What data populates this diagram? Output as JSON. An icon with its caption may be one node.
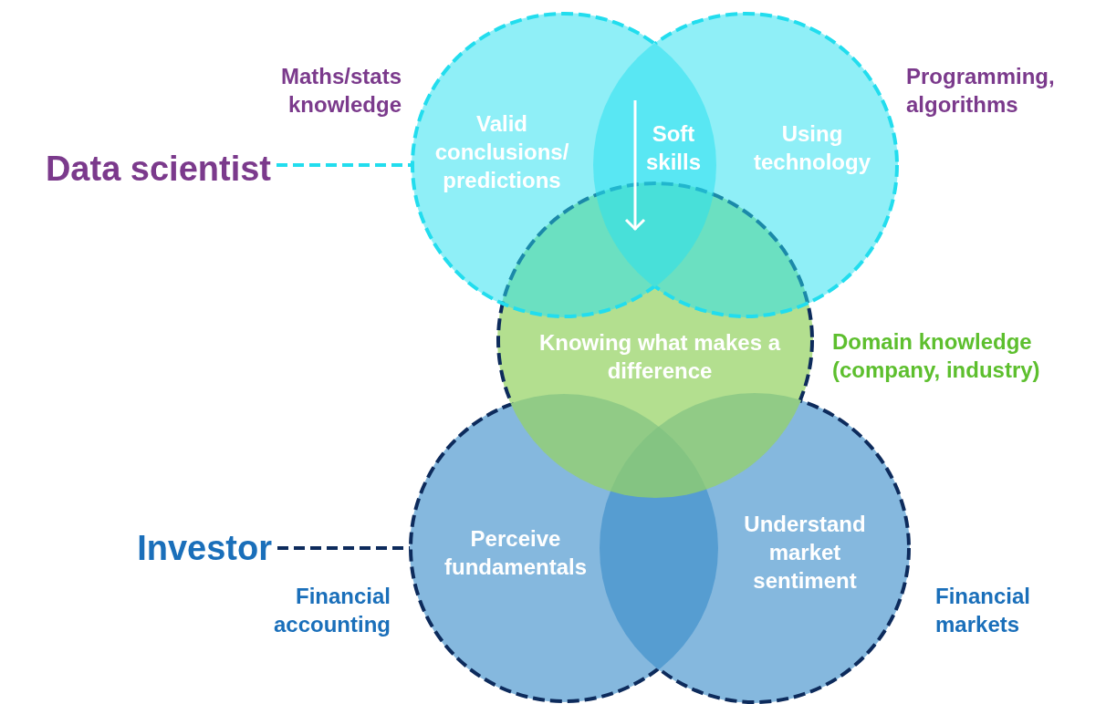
{
  "diagram": {
    "nodes": [
      {
        "text": [
          "Valid conclusions/ predictions"
        ],
        "beside": [
          "Maths/stats knowledge"
        ]
      },
      {
        "text": [
          "Using technology"
        ],
        "beside": [
          "Programming, algorithms"
        ]
      },
      {
        "text": [
          "Data scientist"
        ]
      },
      {
        "text": [
          "Knowing what makes a difference"
        ],
        "beside": [
          "Domain knowledge (company, industry)"
        ]
      },
      {
        "text": [
          "Perceive fundamentals"
        ],
        "beside": [
          "Financial accounting"
        ]
      },
      {
        "text": [
          "Understand market sentiment"
        ],
        "beside": [
          "Financial markets"
        ]
      },
      {
        "text": [
          "Investor"
        ]
      }
    ],
    "edges": [
      {
        "from": 2,
        "to": 0,
        "arrow": "none",
        "style": "dashed",
        "color": "#22ddee"
      },
      {
        "from": 6,
        "to": 4,
        "arrow": "none",
        "style": "dashed",
        "color": "#0d2b5c"
      }
    ],
    "labels": [
      "Soft skills"
    ]
  }
}
